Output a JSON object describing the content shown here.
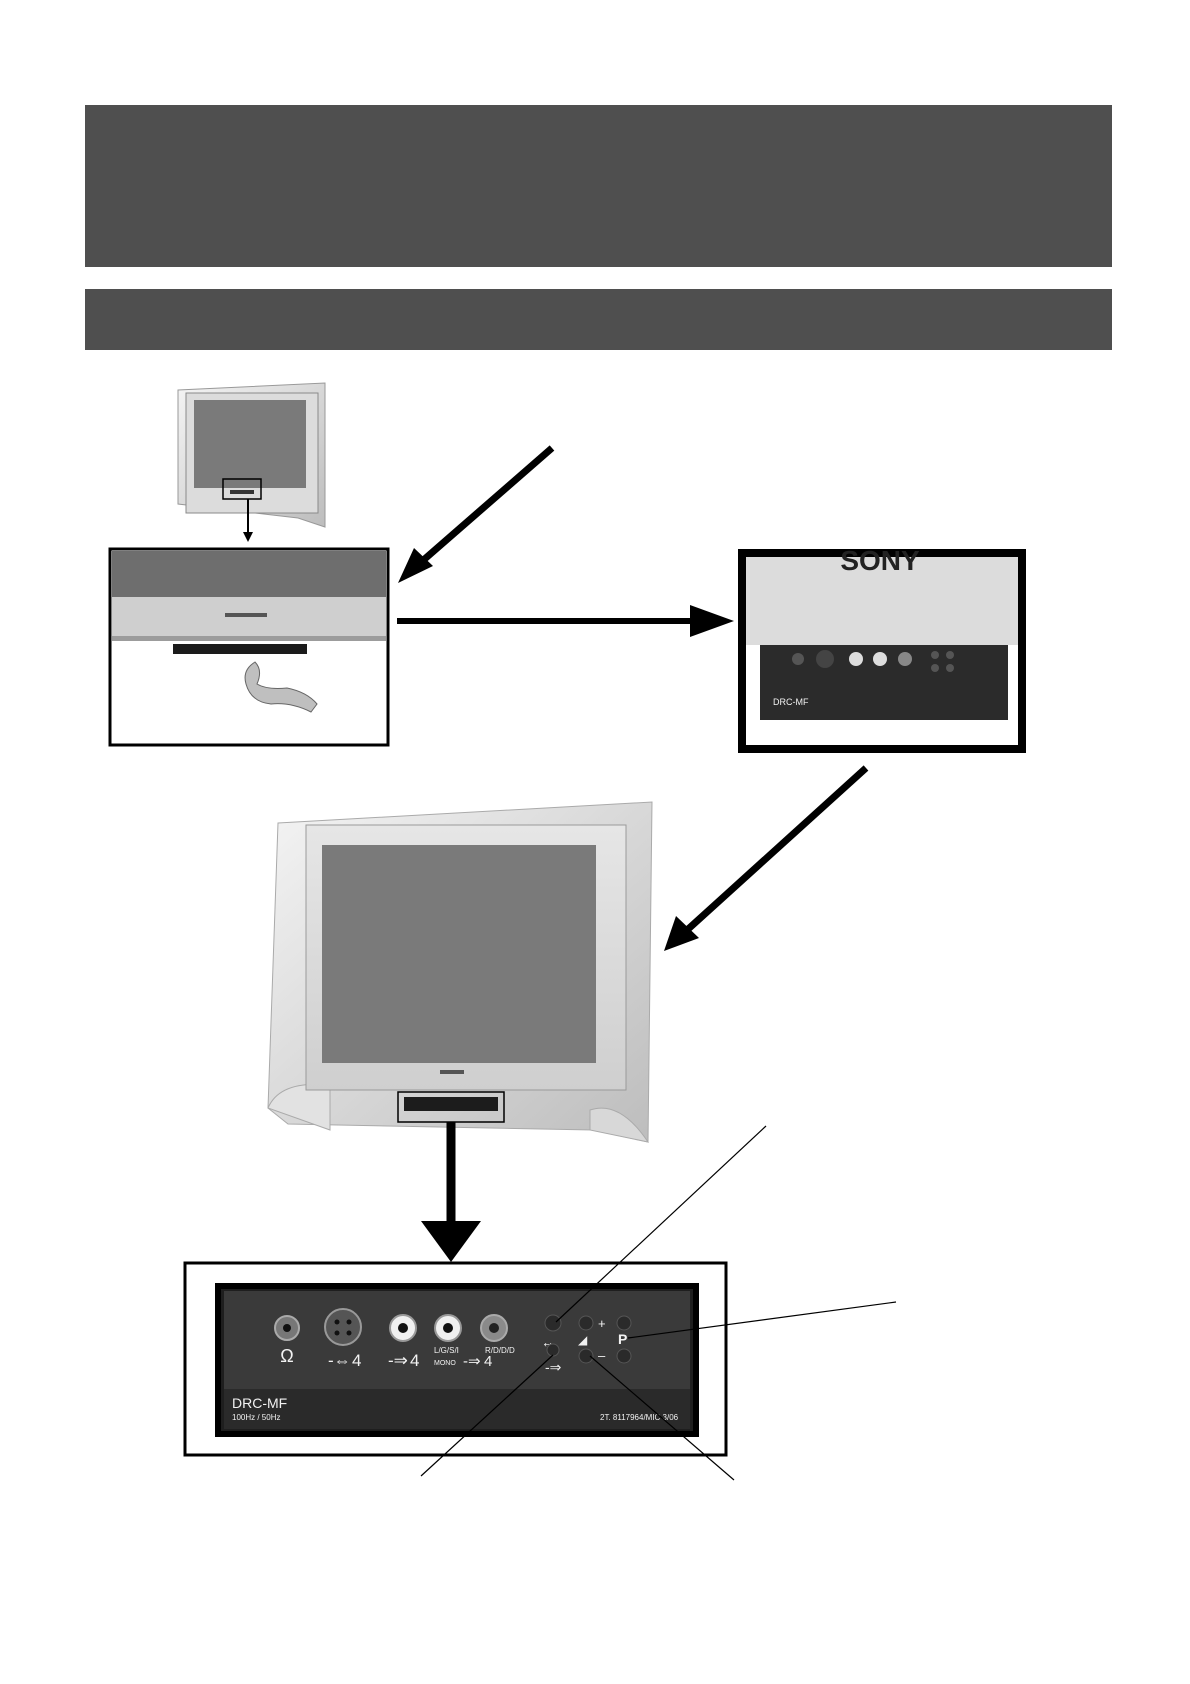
{
  "header": {
    "title_bar_color": "#4f4f4f",
    "subtitle_bar_color": "#4f4f4f"
  },
  "panel_zoom": {
    "brand_logo": "SONY",
    "model_label": "DRC-MF",
    "freq_label": "100Hz / 50Hz",
    "serial_label": "2T. 8117964/MIC 3/06"
  },
  "connectors": {
    "s_video": "4",
    "video": "4",
    "audio_l": "L/G/S/I",
    "audio_mono": "MONO",
    "audio_r": "R/D/D/D",
    "audio_num": "4",
    "channel_key": "P",
    "plus": "+",
    "minus": "–"
  },
  "icons": [
    "headphones-icon",
    "s-video-input-icon",
    "video-input-icon",
    "audio-input-icon",
    "picture-mode-icon",
    "volume-icon",
    "input-select-icon",
    "arrow-icon"
  ]
}
